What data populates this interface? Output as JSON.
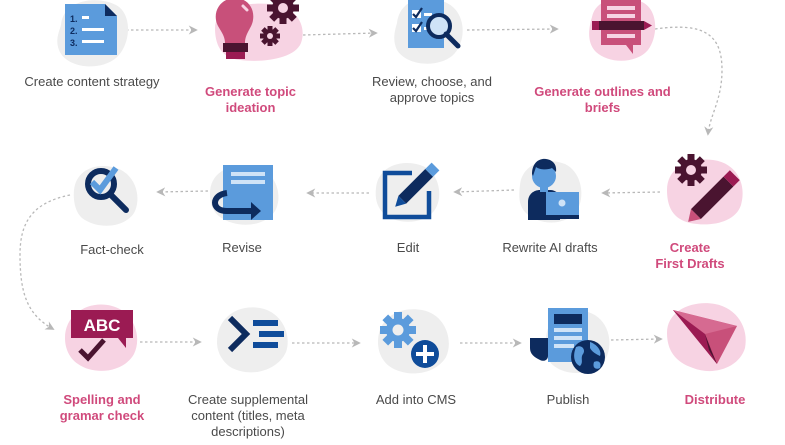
{
  "diagram": {
    "type": "content-workflow",
    "colors": {
      "pink_text": "#d04a7c",
      "gray_text": "#4a4a4a",
      "navy": "#0d2b5e",
      "blue": "#5b9bdc",
      "pale_blue": "#cfe3f7",
      "magenta": "#c8507a",
      "plum": "#4a1430",
      "pink_blob": "#f7d3e3",
      "gray_blob": "#eeeeee",
      "arrow": "#b8b8b8"
    },
    "steps": [
      {
        "id": "create-content-strategy",
        "label": "Create content strategy",
        "highlight": false,
        "icon": "numbered-list-document-icon"
      },
      {
        "id": "generate-topic-ideation",
        "label": "Generate topic ideation",
        "highlight": true,
        "icon": "lightbulb-gears-icon"
      },
      {
        "id": "review-choose-approve",
        "label": "Review, choose, and approve topics",
        "highlight": false,
        "icon": "checklist-magnifier-icon"
      },
      {
        "id": "generate-outlines-briefs",
        "label": "Generate outlines and briefs",
        "highlight": true,
        "icon": "document-pen-icon"
      },
      {
        "id": "create-first-drafts",
        "label": "Create First Drafts",
        "highlight": true,
        "icon": "gear-pencil-icon"
      },
      {
        "id": "rewrite-ai-drafts",
        "label": "Rewrite AI drafts",
        "highlight": false,
        "icon": "person-laptop-icon"
      },
      {
        "id": "edit",
        "label": "Edit",
        "highlight": false,
        "icon": "edit-square-icon"
      },
      {
        "id": "revise",
        "label": "Revise",
        "highlight": false,
        "icon": "document-return-arrow-icon"
      },
      {
        "id": "fact-check",
        "label": "Fact-check",
        "highlight": false,
        "icon": "magnifier-check-icon"
      },
      {
        "id": "spelling-grammar-check",
        "label": "Spelling and gramar check",
        "highlight": true,
        "icon": "abc-speech-check-icon"
      },
      {
        "id": "create-supplemental-content",
        "label": "Create supplemental content (titles, meta descriptions)",
        "highlight": false,
        "icon": "prompt-lines-icon"
      },
      {
        "id": "add-into-cms",
        "label": "Add into CMS",
        "highlight": false,
        "icon": "gear-plus-icon"
      },
      {
        "id": "publish",
        "label": "Publish",
        "highlight": false,
        "icon": "document-globe-icon"
      },
      {
        "id": "distribute",
        "label": "Distribute",
        "highlight": true,
        "icon": "paper-plane-icon"
      }
    ],
    "icon_text": {
      "list_numbers": [
        "1.",
        "2.",
        "3."
      ],
      "abc": "ABC"
    }
  }
}
